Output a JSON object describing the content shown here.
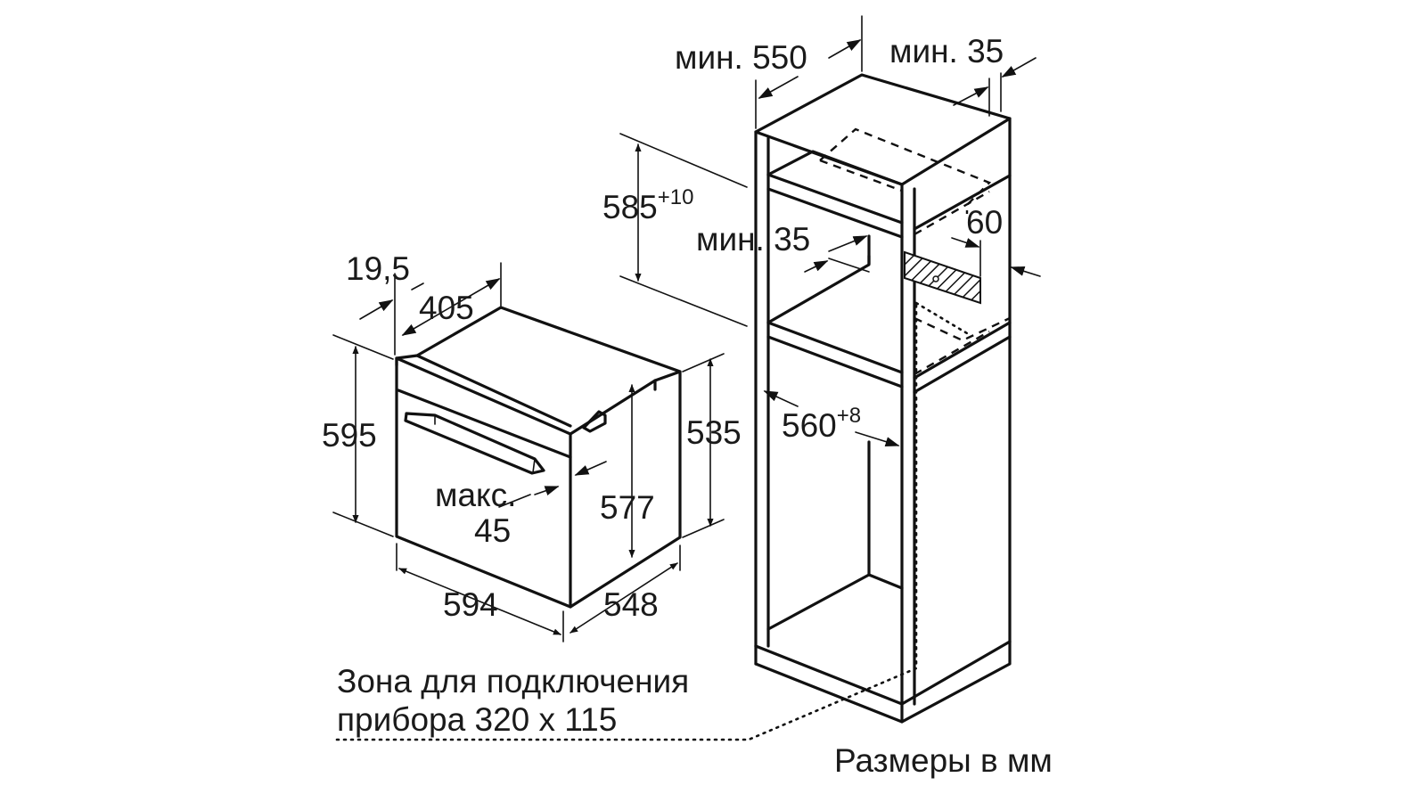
{
  "oven": {
    "dim_depth_front": "19,5",
    "dim_depth_body": "405",
    "dim_height": "595",
    "dim_height_body": "535",
    "dim_inner_height": "577",
    "dim_width": "594",
    "dim_depth": "548",
    "dim_panel_label": "макс.",
    "dim_panel_value": "45"
  },
  "cabinet": {
    "min_depth": "мин. 550",
    "min_back_gap": "мин. 35",
    "niche_height": "585",
    "niche_height_tol": "+10",
    "min_shelf_gap": "мин. 35",
    "vent_depth": "60",
    "niche_width": "560",
    "niche_width_tol": "+8"
  },
  "notes": {
    "connection_zone_line1": "Зона для подключения",
    "connection_zone_line2": "прибора 320 x 115",
    "units": "Размеры в мм"
  }
}
